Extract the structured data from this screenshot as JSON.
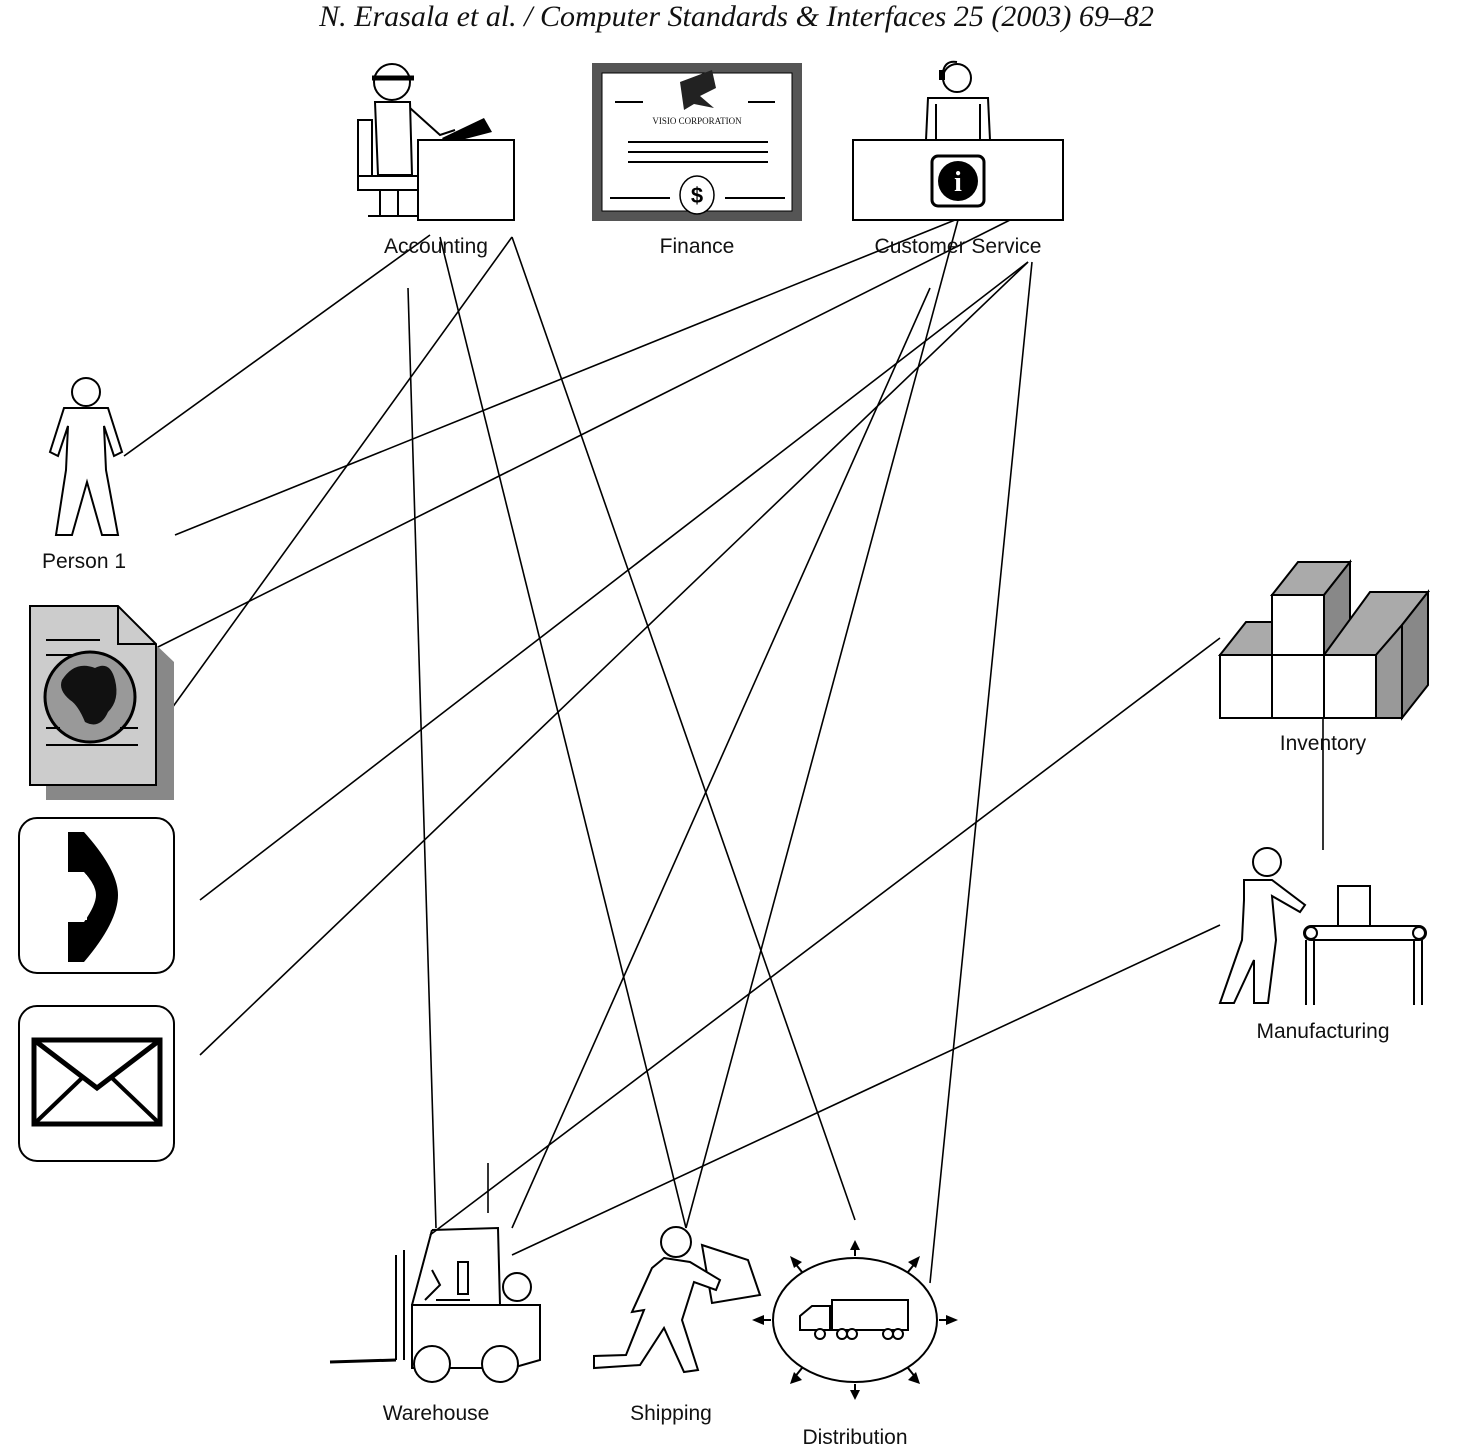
{
  "header": "N. Erasala et al. / Computer Standards & Interfaces 25 (2003) 69–82",
  "certificate": {
    "text": "VISIO CORPORATION",
    "symbol": "$"
  },
  "info_symbol": "i",
  "nodes": {
    "accounting": "Accounting",
    "finance": "Finance",
    "customer_service": "Customer Service",
    "person1": "Person 1",
    "inventory": "Inventory",
    "manufacturing": "Manufacturing",
    "warehouse": "Warehouse",
    "shipping": "Shipping",
    "distribution": "Distribution"
  }
}
